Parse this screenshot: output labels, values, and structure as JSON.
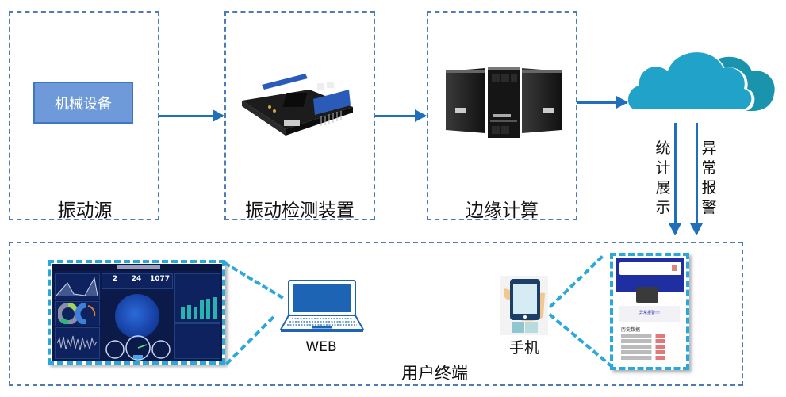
{
  "diagram": {
    "stages": [
      {
        "id": "vibration-source",
        "label": "振动源",
        "inner_label": "机械设备"
      },
      {
        "id": "vibration-detector",
        "label": "振动检测装置",
        "image": "circuit-board"
      },
      {
        "id": "edge-computing",
        "label": "边缘计算",
        "image": "server-towers"
      },
      {
        "id": "cloud",
        "label": "",
        "image": "cloud"
      }
    ],
    "cloud_outputs": [
      {
        "label": "统计展示",
        "chars": [
          "统",
          "计",
          "展",
          "示"
        ]
      },
      {
        "label": "异常报警",
        "chars": [
          "异",
          "常",
          "报",
          "警"
        ]
      }
    ],
    "user_terminal": {
      "label": "用户终端",
      "web": {
        "label": "WEB",
        "icon": "laptop-icon",
        "dashboard": {
          "kpis": [
            "2",
            "24",
            "1077"
          ]
        }
      },
      "mobile": {
        "label": "手机",
        "icon": "phone-in-hand-icon",
        "screen": {
          "alert_text": "异常报警!!!",
          "history_title": "历史数据",
          "history_rows": 5
        }
      }
    },
    "colors": {
      "box_border": "#4d7bb5",
      "arrow": "#1f6fba",
      "callout": "#2aa8dc",
      "machine_fill": "#6e9ad9",
      "cloud_front": "#21a3c9",
      "cloud_back": "#1a93ad"
    }
  }
}
